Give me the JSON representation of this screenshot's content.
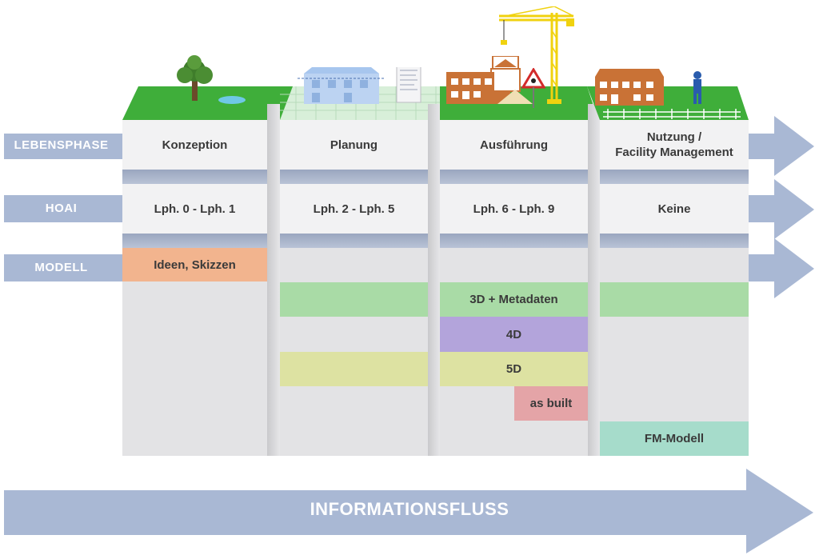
{
  "rows": {
    "lebensphase": "LEBENSPHASE",
    "hoai": "HOAI",
    "modell": "MODELL"
  },
  "phases": [
    {
      "name": "Konzeption",
      "hoai": "Lph. 0 - Lph. 1"
    },
    {
      "name": "Planung",
      "hoai": "Lph. 2 - Lph. 5"
    },
    {
      "name": "Ausführung",
      "hoai": "Lph. 6 - Lph. 9"
    },
    {
      "name_line1": "Nutzung /",
      "name_line2": "Facility Management",
      "hoai": "Keine"
    }
  ],
  "model_items": {
    "ideen": "Ideen, Skizzen",
    "metadaten": "3D + Metadaten",
    "d4": "4D",
    "d5": "5D",
    "as_built": "as built",
    "fm_modell": "FM-Modell"
  },
  "flow_label": "INFORMATIONSFLUSS",
  "colors": {
    "arrow": "#a9b8d4",
    "ideen": "#f2b48e",
    "metadaten": "#a9dba6",
    "d4": "#b3a4db",
    "d5": "#dde2a2",
    "as_built": "#e4a4a7",
    "fm_modell": "#a6dccb",
    "grass": "#3fae3a"
  }
}
